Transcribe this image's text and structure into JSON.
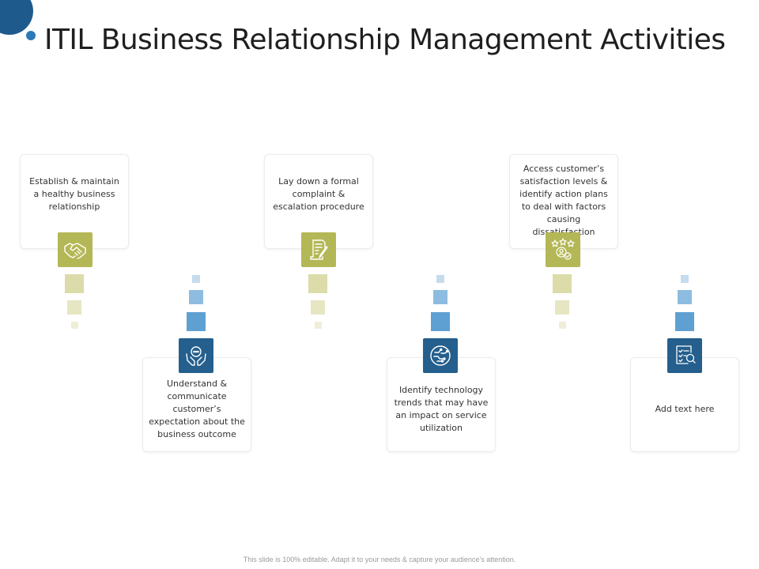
{
  "slide": {
    "title": "ITIL Business Relationship Management Activities",
    "footer": "This slide is 100% editable. Adapt it to your needs & capture your audience’s attention."
  },
  "steps": [
    {
      "text": "Establish & maintain a healthy business relationship",
      "icon": "handshake-icon",
      "color": "#b4b755",
      "position": "top"
    },
    {
      "text": "Understand & communicate customer’s expectation about the business outcome",
      "icon": "hands-bubble-icon",
      "color": "#245f8d",
      "position": "bottom"
    },
    {
      "text": "Lay down a formal complaint & escalation procedure",
      "icon": "document-pen-icon",
      "color": "#b4b755",
      "position": "top"
    },
    {
      "text": "Identify technology trends that may have an impact on service utilization",
      "icon": "tech-brain-icon",
      "color": "#245f8d",
      "position": "bottom"
    },
    {
      "text": "Access customer’s satisfaction levels & identify action plans to deal with factors causing dissatisfaction",
      "icon": "rating-user-icon",
      "color": "#b4b755",
      "position": "top"
    },
    {
      "text": "Add text here",
      "icon": "checklist-search-icon",
      "color": "#245f8d",
      "position": "bottom"
    }
  ],
  "colors": {
    "accent_green": "#b4b755",
    "accent_blue": "#245f8d",
    "title_accent": "#1e5b8c"
  }
}
